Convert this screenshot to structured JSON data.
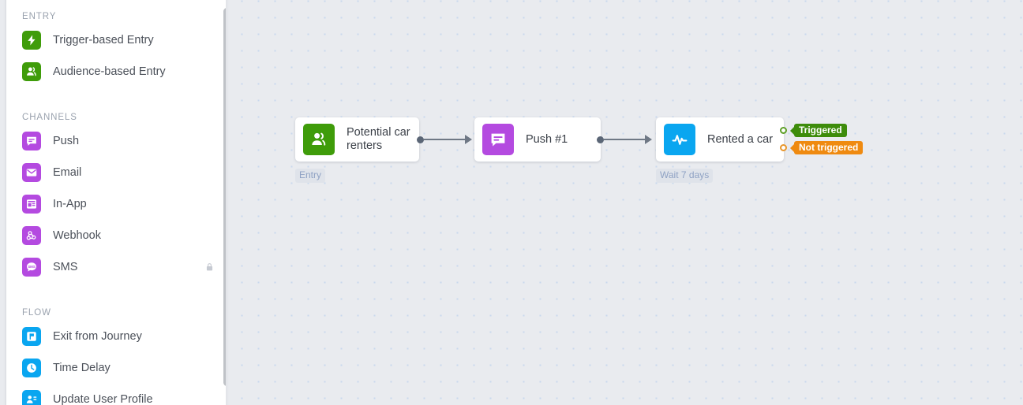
{
  "sidebar": {
    "sections": [
      {
        "title": "ENTRY",
        "items": [
          {
            "label": "Trigger-based Entry",
            "icon": "lightning-icon",
            "color": "#3f9c0a",
            "locked": false
          },
          {
            "label": "Audience-based Entry",
            "icon": "audience-icon",
            "color": "#3f9c0a",
            "locked": false
          }
        ]
      },
      {
        "title": "CHANNELS",
        "items": [
          {
            "label": "Push",
            "icon": "push-message-icon",
            "color": "#b44ae0",
            "locked": false
          },
          {
            "label": "Email",
            "icon": "email-icon",
            "color": "#b44ae0",
            "locked": false
          },
          {
            "label": "In-App",
            "icon": "in-app-icon",
            "color": "#b44ae0",
            "locked": false
          },
          {
            "label": "Webhook",
            "icon": "webhook-icon",
            "color": "#b44ae0",
            "locked": false
          },
          {
            "label": "SMS",
            "icon": "sms-icon",
            "color": "#b44ae0",
            "locked": true
          }
        ]
      },
      {
        "title": "FLOW",
        "items": [
          {
            "label": "Exit from Journey",
            "icon": "exit-flag-icon",
            "color": "#0aa6f0",
            "locked": false
          },
          {
            "label": "Time Delay",
            "icon": "clock-icon",
            "color": "#0aa6f0",
            "locked": false
          },
          {
            "label": "Update User Profile",
            "icon": "user-profile-icon",
            "color": "#0aa6f0",
            "locked": false
          }
        ]
      }
    ],
    "lock_icon": "lock-icon"
  },
  "canvas": {
    "nodes": [
      {
        "id": "entry",
        "label": "Potential car renters",
        "icon": "audience-icon",
        "icon_color": "#3f9c0a",
        "tag": "Entry"
      },
      {
        "id": "push1",
        "label": "Push #1",
        "icon": "push-message-icon",
        "icon_color": "#b44ae0",
        "tag": ""
      },
      {
        "id": "rented",
        "label": "Rented a car",
        "icon": "pulse-icon",
        "icon_color": "#0aa6f0",
        "tag": "Wait 7 days"
      }
    ],
    "branches": [
      {
        "label": "Triggered",
        "color": "#3e8c0b",
        "port_color": "#5d9f26"
      },
      {
        "label": "Not triggered",
        "color": "#ef8a10",
        "port_color": "#e8962a"
      }
    ]
  }
}
